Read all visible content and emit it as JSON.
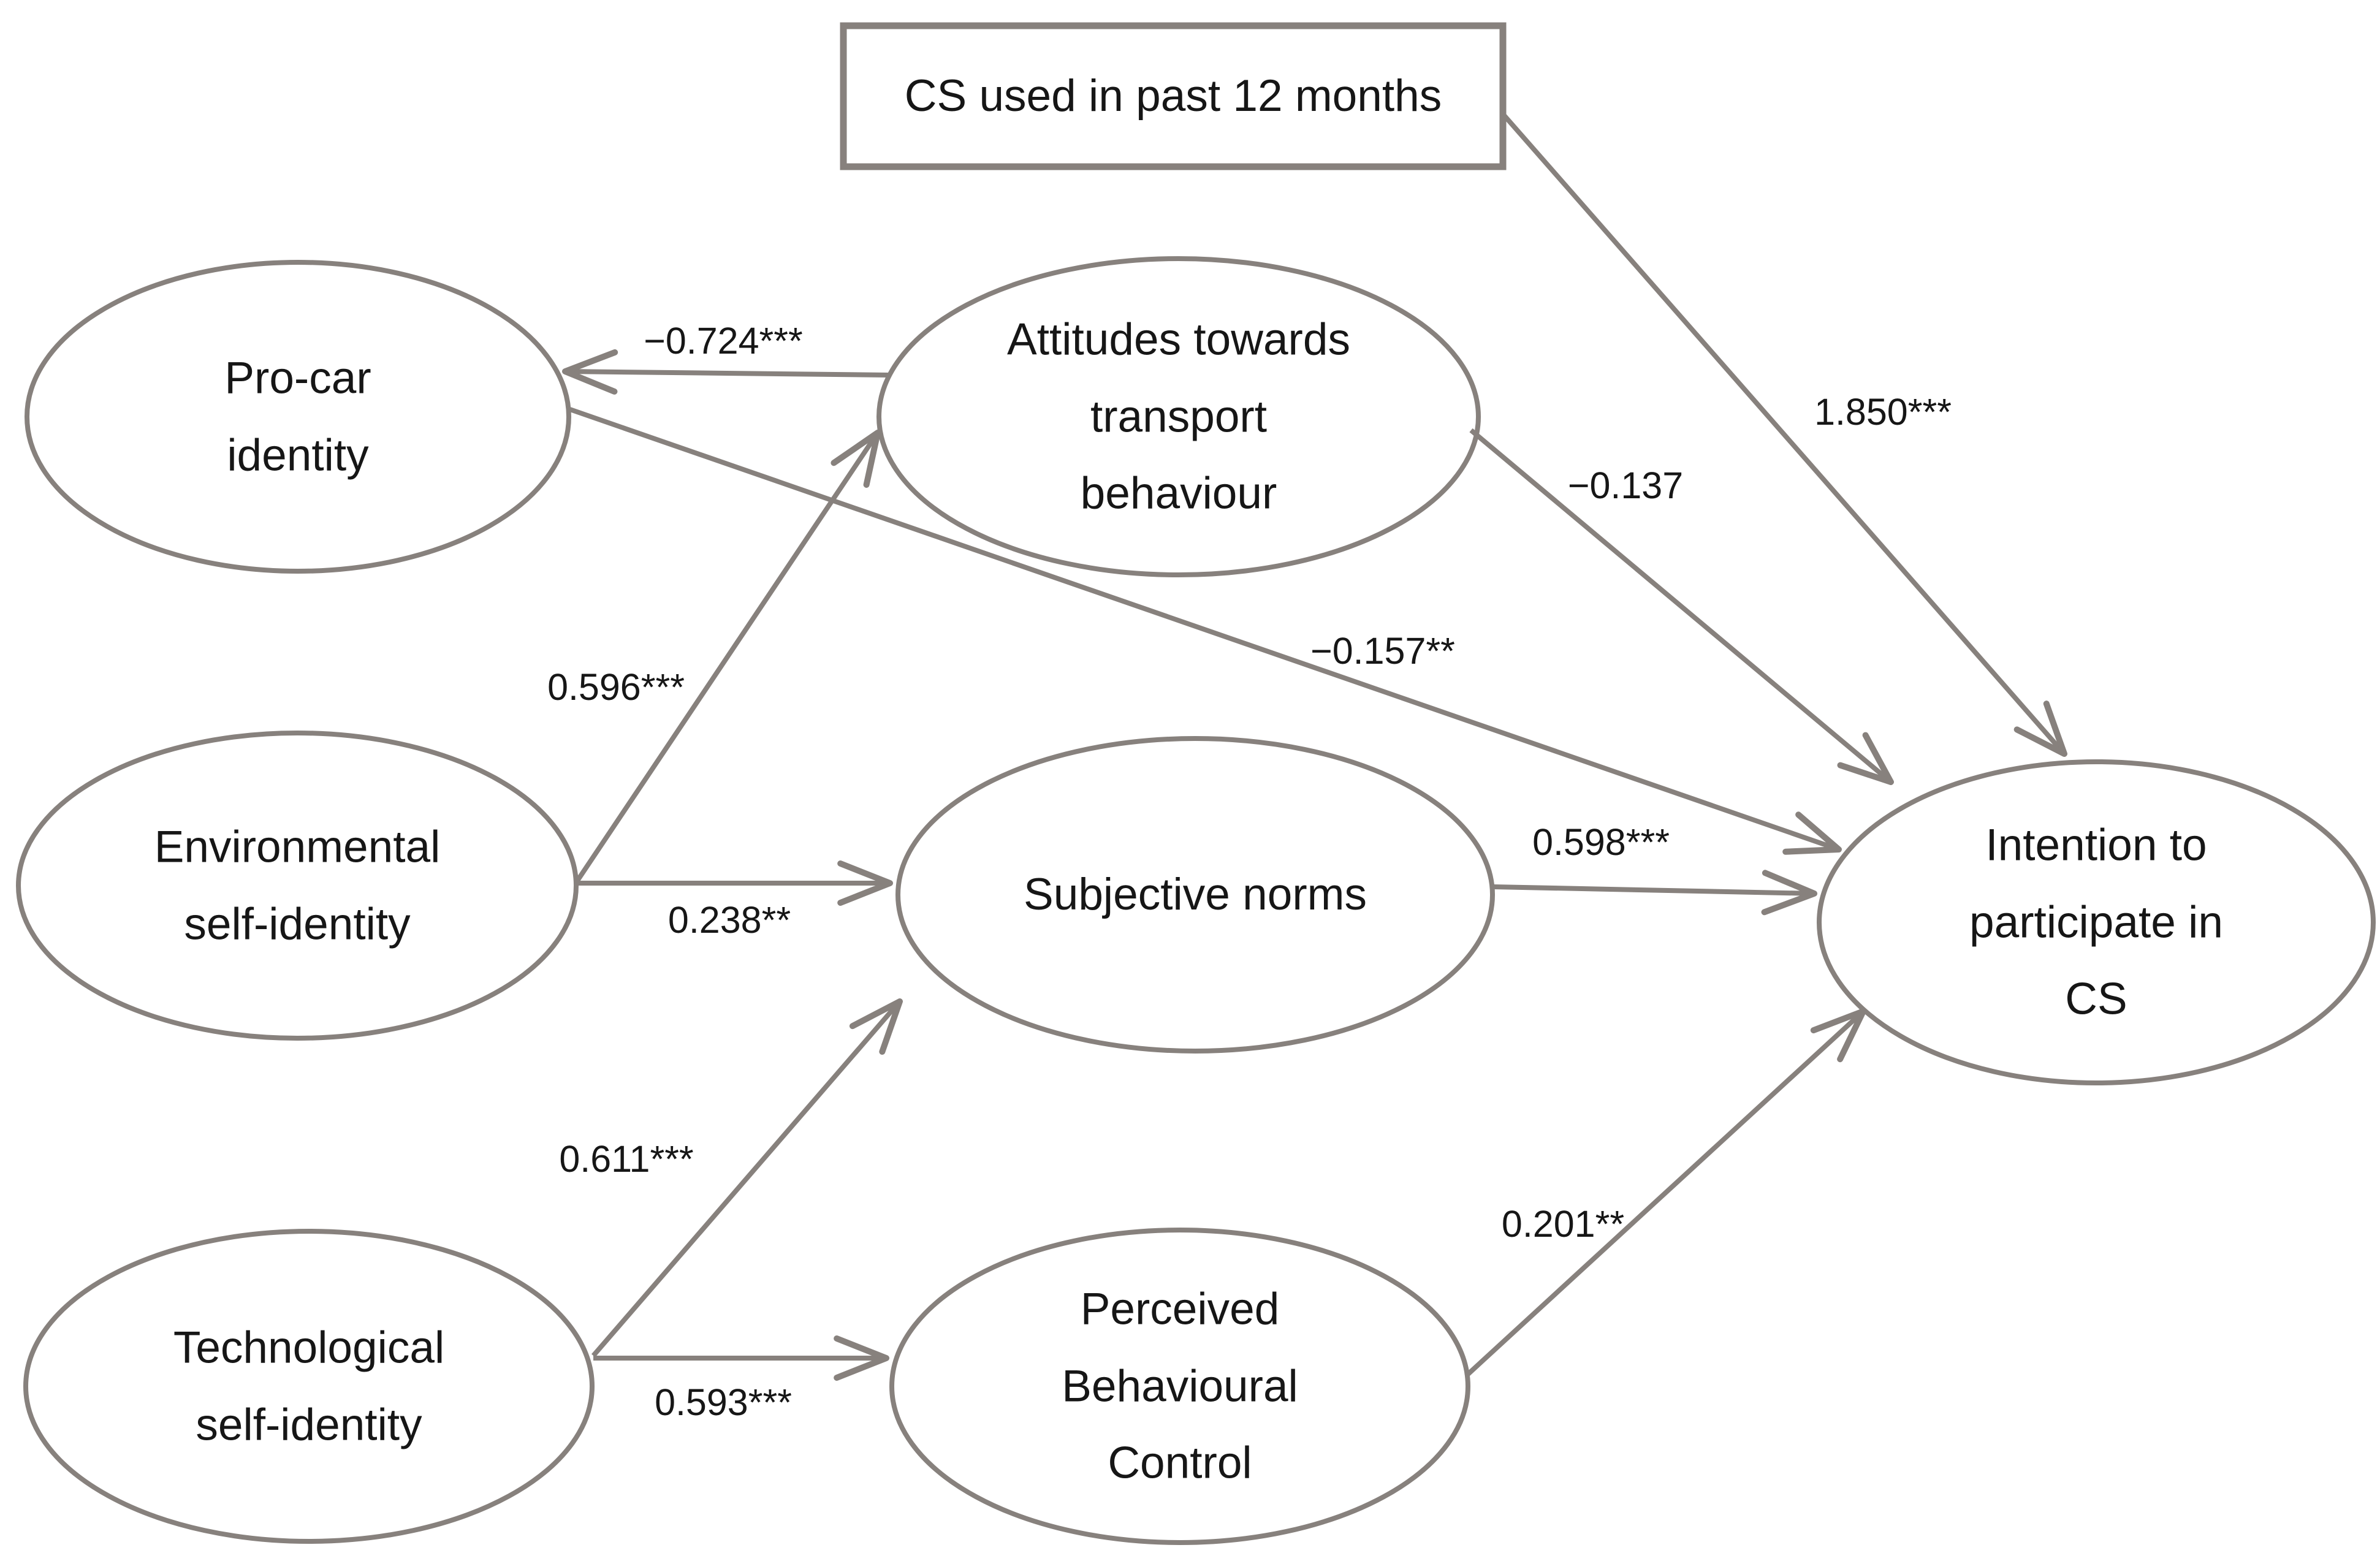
{
  "figure": {
    "type": "path-diagram",
    "background_color": "#ffffff",
    "stroke_color": "#87817d",
    "text_color": "#161616"
  },
  "nodes": [
    {
      "id": "cs_used",
      "shape": "rectangle",
      "label": "CS used in past 12 months"
    },
    {
      "id": "pro_car",
      "shape": "ellipse",
      "label": "Pro-car\nidentity"
    },
    {
      "id": "attitudes",
      "shape": "ellipse",
      "label": "Attitudes towards\ntransport\nbehaviour"
    },
    {
      "id": "environmental",
      "shape": "ellipse",
      "label": "Environmental\nself-identity"
    },
    {
      "id": "subjective",
      "shape": "ellipse",
      "label": "Subjective norms"
    },
    {
      "id": "technological",
      "shape": "ellipse",
      "label": "Technological\nself-identity"
    },
    {
      "id": "pbc",
      "shape": "ellipse",
      "label": "Perceived\nBehavioural\nControl"
    },
    {
      "id": "intention",
      "shape": "ellipse",
      "label": "Intention to\nparticipate in CS"
    }
  ],
  "edges": [
    {
      "from": "attitudes",
      "to": "pro_car",
      "coefficient": "−0.724***"
    },
    {
      "from": "environmental",
      "to": "attitudes",
      "coefficient": "0.596***"
    },
    {
      "from": "environmental",
      "to": "subjective",
      "coefficient": "0.238**"
    },
    {
      "from": "technological",
      "to": "subjective",
      "coefficient": "0.611***"
    },
    {
      "from": "technological",
      "to": "pbc",
      "coefficient": "0.593***"
    },
    {
      "from": "subjective",
      "to": "intention",
      "coefficient": "0.598***"
    },
    {
      "from": "pbc",
      "to": "intention",
      "coefficient": "0.201**"
    },
    {
      "from": "attitudes",
      "to": "intention",
      "coefficient": "−0.137"
    },
    {
      "from": "pro_car",
      "to": "intention",
      "coefficient": "−0.157**"
    },
    {
      "from": "cs_used",
      "to": "intention",
      "coefficient": "1.850***"
    }
  ]
}
